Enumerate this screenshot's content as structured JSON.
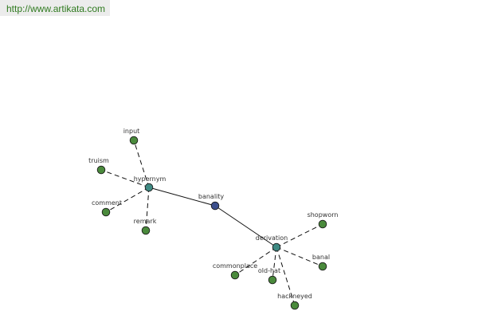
{
  "site": {
    "url": "http://www.artikata.com"
  },
  "graph": {
    "center": {
      "label": "banality",
      "color": "#3c4f8c"
    },
    "hubs": [
      {
        "id": "hypernym",
        "label": "hypernym",
        "color": "#3f8a83"
      },
      {
        "id": "derivation",
        "label": "derivation",
        "color": "#3f8a83"
      }
    ],
    "leaves": [
      {
        "label": "input",
        "hub": "hypernym"
      },
      {
        "label": "truism",
        "hub": "hypernym"
      },
      {
        "label": "comment",
        "hub": "hypernym"
      },
      {
        "label": "remark",
        "hub": "hypernym"
      },
      {
        "label": "shopworn",
        "hub": "derivation"
      },
      {
        "label": "banal",
        "hub": "derivation"
      },
      {
        "label": "commonplace",
        "hub": "derivation"
      },
      {
        "label": "old-hat",
        "hub": "derivation"
      },
      {
        "label": "hackneyed",
        "hub": "derivation"
      }
    ],
    "leaf_color": "#4a8a3c",
    "edge_color": "#111111"
  }
}
